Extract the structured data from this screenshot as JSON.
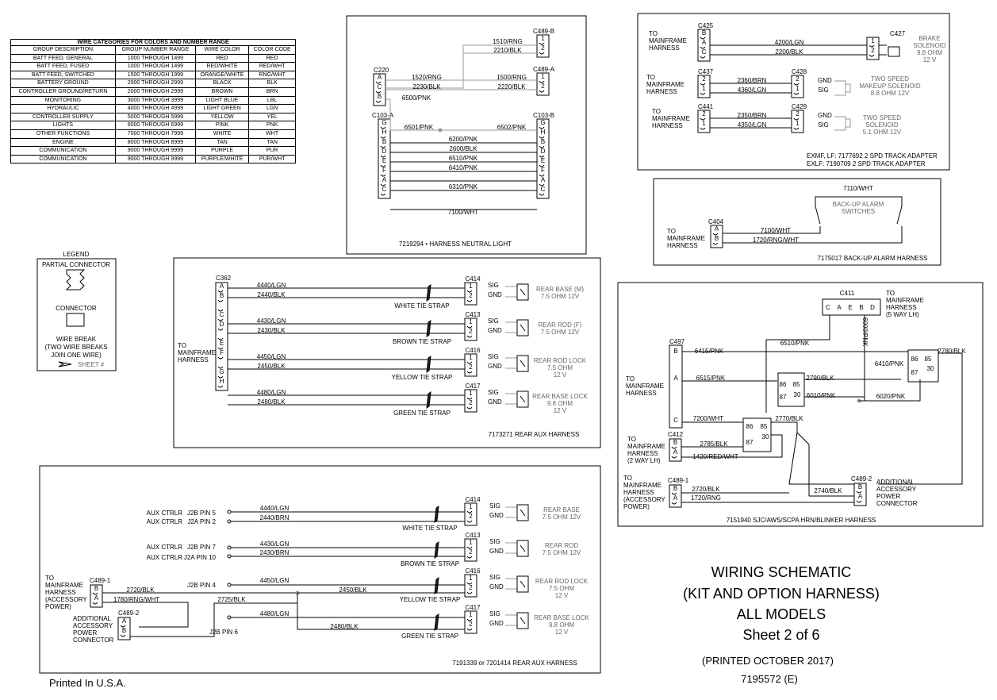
{
  "table": {
    "title": "WIRE CATEGORIES FOR COLORS AND NUMBER RANGE",
    "headers": [
      "GROUP DESCRIPTION",
      "GROUP NUMBER RANGE",
      "WIRE COLOR",
      "COLOR CODE"
    ],
    "rows": [
      [
        "BATT FEED, GENERAL",
        "1000 THROUGH 1499",
        "RED",
        "RED"
      ],
      [
        "BATT FEED, FUSED",
        "1000 THROUGH 1499",
        "RED/WHITE",
        "RED/WHT"
      ],
      [
        "BATT FEED, SWITCHED",
        "1500 THROUGH 1999",
        "ORANGE/WHITE",
        "RNG/WHT"
      ],
      [
        "BATTERY GROUND",
        "2000 THROUGH 2999",
        "BLACK",
        "BLK"
      ],
      [
        "CONTROLLER GROUND/RETURN",
        "2000 THROUGH 2999",
        "BROWN",
        "BRN"
      ],
      [
        "MONITORING",
        "3000 THROUGH 3999",
        "LIGHT BLUE",
        "LBL"
      ],
      [
        "HYDRAULIC",
        "4000 THROUGH 4999",
        "LIGHT GREEN",
        "LGN"
      ],
      [
        "CONTROLLER SUPPLY",
        "5000 THROUGH 5999",
        "YELLOW",
        "YEL"
      ],
      [
        "LIGHTS",
        "6000 THROUGH 6999",
        "PINK",
        "PNK"
      ],
      [
        "OTHER FUNCTIONS",
        "7000 THROUGH 7999",
        "WHITE",
        "WHT"
      ],
      [
        "ENGINE",
        "8000 THROUGH 8999",
        "TAN",
        "TAN"
      ],
      [
        "COMMUNICATION",
        "9000 THROUGH 9999",
        "PURPLE",
        "PUR"
      ],
      [
        "COMMUNICATION",
        "9000 THROUGH 9999",
        "PURPLE/WHITE",
        "PUR/WHT"
      ]
    ]
  },
  "legend": {
    "title": "LEGEND",
    "partial": "PARTIAL CONNECTOR",
    "connector": "CONNECTOR",
    "wire_break": [
      "WIRE BREAK",
      "(TWO WIRE BREAKS",
      "JOIN ONE WIRE)"
    ],
    "sheet": "SHEET #"
  },
  "neutral": {
    "caption": "7219294 • HARNESS NEUTRAL LIGHT",
    "c220": "C220",
    "c489b": "C489-B",
    "c489a": "C489-A",
    "c103a": "C103-A",
    "c103b": "C103-B",
    "w1510": "1510/RNG",
    "w2210": "2210/BLK",
    "w1520": "1520/RNG",
    "w2230": "2230/BLK",
    "w1500": "1500/RNG",
    "w2220": "2220/BLK",
    "w6500": "6500/PNK",
    "w6501": "6501/PNK",
    "w6502": "6502/PNK",
    "w6200": "6200/PNK",
    "w2600": "2600/BLK",
    "w6510": "6510/PNK",
    "w6410": "6410/PNK",
    "w6310": "6310/PNK",
    "w7100": "7100/WHT"
  },
  "solenoids": {
    "c425": "C425",
    "c427": "C427",
    "c437": "C437",
    "c428": "C428",
    "c441": "C441",
    "c429": "C429",
    "w4200": "4200/LGN",
    "w2200": "2200/BLK",
    "w2360": "2360/BRN",
    "w4360": "4360/LGN",
    "w2350": "2350/BRN",
    "w4350": "4350/LGN",
    "brake": [
      "BRAKE",
      "SOLENOID",
      "9.8 OHM",
      "12 V"
    ],
    "makeup": [
      "TWO SPEED",
      "MAKEUP SOLENOID",
      "8.8 OHM 12V"
    ],
    "twospeed": [
      "TWO SPEED",
      "SOLENOID",
      "5.1 OHM 12V"
    ],
    "note1": "EXMF, LF:  7177692 2 SPD TRACK ADAPTER",
    "note2": "EXLF:  7190709 2 SPD TRACK ADAPTER"
  },
  "backup": {
    "w7110": "7110/WHT",
    "alarm": [
      "BACK-UP ALARM",
      "SWITCHES"
    ],
    "c404": "C404",
    "w7100": "7100/WHT",
    "w1720": "1720/RNG/WHT",
    "caption": "7175017 BACK-UP ALARM HARNESS"
  },
  "rear1": {
    "c362": "C362",
    "caption": "7173271 REAR AUX HARNESS",
    "rows": [
      {
        "conn": "C414",
        "w1": "4440/LGN",
        "w2": "2440/BLK",
        "strap": "WHITE TIE STRAP",
        "load": [
          "REAR BASE (M)",
          "7.5 OHM 12V"
        ]
      },
      {
        "conn": "C413",
        "w1": "4430/LGN",
        "w2": "2430/BLK",
        "strap": "BROWN TIE STRAP",
        "load": [
          "REAR ROD (F)",
          "7.5 OHM 12V"
        ]
      },
      {
        "conn": "C416",
        "w1": "4450/LGN",
        "w2": "2450/BLK",
        "strap": "YELLOW TIE STRAP",
        "load": [
          "REAR ROD LOCK",
          "7.5 OHM",
          "12 V"
        ]
      },
      {
        "conn": "C417",
        "w1": "4480/LGN",
        "w2": "2480/BLK",
        "strap": "GREEN TIE STRAP",
        "load": [
          "REAR BASE LOCK",
          "9.8 OHM",
          "12 V"
        ]
      }
    ]
  },
  "rear2": {
    "caption": "7191339 or 7201414 REAR AUX HARNESS",
    "rows": [
      {
        "conn": "C414",
        "strap": "WHITE TIE STRAP",
        "load": [
          "REAR BASE",
          "7.5 OHM 12V"
        ]
      },
      {
        "conn": "C413",
        "strap": "BROWN TIE STRAP",
        "load": [
          "REAR ROD",
          "7.5 OHM 12V"
        ]
      },
      {
        "conn": "C416",
        "strap": "YELLOW TIE STRAP",
        "load": [
          "REAR ROD LOCK",
          "7.5 OHM",
          "12 V"
        ]
      },
      {
        "conn": "C417",
        "strap": "GREEN TIE STRAP",
        "load": [
          "REAR BASE LOCK",
          "9.8 OHM",
          "12 V"
        ]
      }
    ],
    "w4440": "4440/LGN",
    "w2440": "2440/BRN",
    "w4430": "4430/LGN",
    "w2430": "2430/BRN",
    "w4450": "4450/LGN",
    "w2450": "2450/BLK",
    "w4480": "4480/LGN",
    "w2480": "2480/BLK",
    "w2720": "2720/BLK",
    "w1780": "1780/RNG/WHT",
    "w2725": "2725/BLK",
    "c4891": "C489-1",
    "c4892": "C489-2",
    "addl": [
      "ADDITIONAL",
      "ACCESSORY",
      "POWER",
      "CONNECTOR"
    ],
    "mainacc": [
      "TO",
      "MAINFRAME",
      "HARNESS",
      "(ACCESSORY",
      "POWER)"
    ]
  },
  "blinker": {
    "caption": "7151940 SJC/AWS/SCPA HRN/BLINKER HARNESS",
    "c411": "C411",
    "c497": "C497",
    "c412": "C412",
    "c4891": "C489-1",
    "c4892": "C489-2",
    "tomain5": [
      "TO",
      "MAINFRAME",
      "HARNESS",
      "(5 WAY LH)"
    ],
    "tomain2": [
      "TO",
      "MAINFRAME",
      "HARNESS",
      "(2 WAY LH)"
    ],
    "tomainacc": [
      "TO",
      "MAINFRAME",
      "HARNESS",
      "(ACCESSORY",
      "POWER)"
    ],
    "w6510": "6510/PNK",
    "w6000": "6000/PNK",
    "w6415": "6415/PNK",
    "w6410": "6410/PNK",
    "w2780": "2780/BLK",
    "w6515": "6515/PNK",
    "w2790": "2790/BLK",
    "w6010": "6010/PNK",
    "w6020": "6020/PNK",
    "w7200": "7200/WHT",
    "w2770": "2770/BLK",
    "w2785": "2785/BLK",
    "w1420": "1420/RED/WHT",
    "w2720": "2720/BLK",
    "w1720": "1720/RNG",
    "w2740": "2740/BLK",
    "addl": [
      "ADDITIONAL",
      "ACCESSORY",
      "POWER",
      "CONNECTOR"
    ]
  },
  "common": {
    "tomain": [
      "TO",
      "MAINFRAME",
      "HARNESS"
    ],
    "sig": "SIG",
    "gnd": "GND"
  },
  "aux": {
    "r1a": "AUX CTRLR",
    "r1a_pin": "J2B PIN 5",
    "r1b": "AUX CTRLR",
    "r1b_pin": "J2A PIN 2",
    "r2a": "AUX CTRLR",
    "r2a_pin": "J2B PIN 7",
    "r2b": "AUX CTRLR",
    "r2b_pin": "J2A PIN 10",
    "pin4": "J2B PIN 4",
    "pin6": "J2B PIN 6"
  },
  "title": {
    "lines": [
      "WIRING SCHEMATIC",
      "(KIT AND OPTION HARNESS)",
      "ALL MODELS",
      "Sheet 2 of 6"
    ],
    "printed": "(PRINTED OCTOBER 2017)",
    "part": "7195572 (E)"
  },
  "footer": "Printed In U.S.A."
}
